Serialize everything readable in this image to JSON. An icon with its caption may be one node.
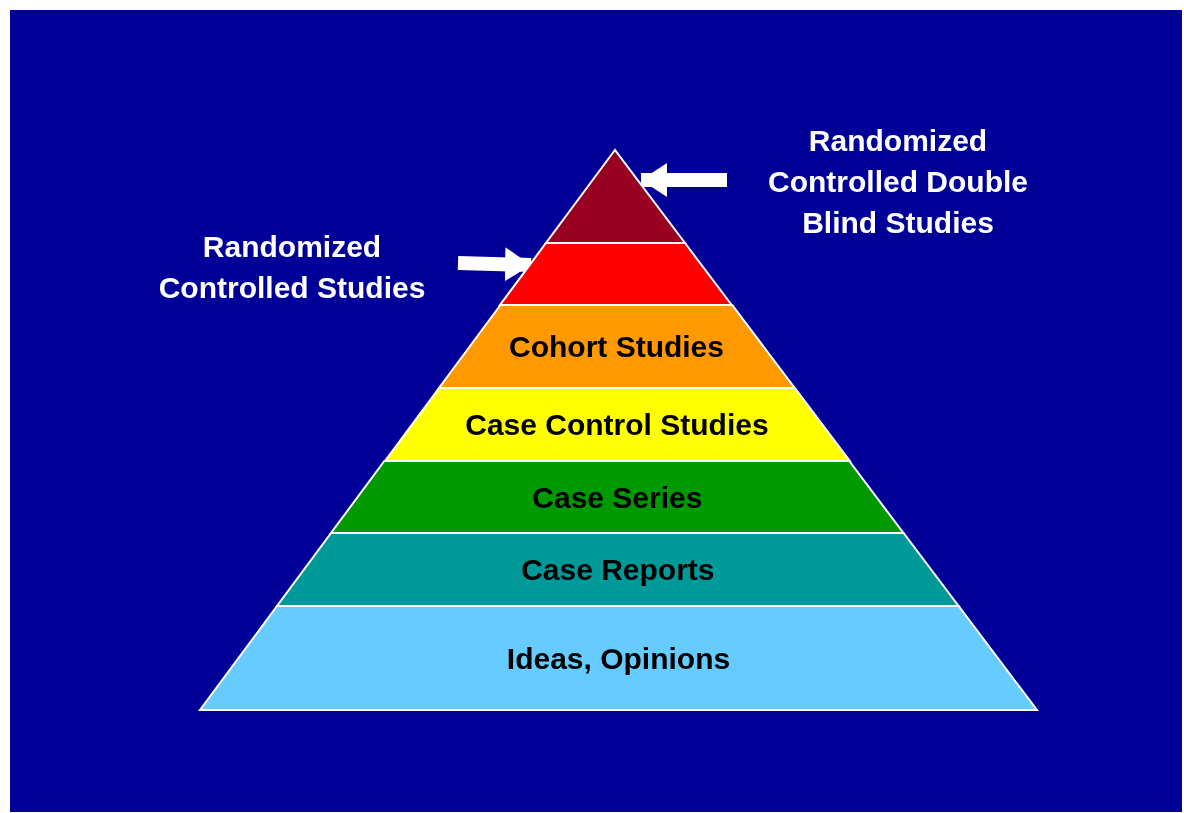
{
  "diagram": {
    "nodes": [
      {
        "text": [
          "Randomized Controlled Double Blind Studies"
        ]
      },
      {
        "text": [
          "Randomized Controlled Studies"
        ]
      },
      {
        "text": [],
        "shape": "triangle"
      },
      {
        "text": [],
        "shape": "trapezoid"
      },
      {
        "text": [
          "Cohort Studies"
        ]
      },
      {
        "text": [
          "Case Control Studies"
        ]
      },
      {
        "text": [
          "Case Series"
        ]
      },
      {
        "text": [
          "Case Reports"
        ]
      },
      {
        "text": [
          "Ideas, Opinions"
        ]
      }
    ],
    "edges": [
      {
        "from": 0,
        "to": 2,
        "arrow": "to"
      },
      {
        "from": 1,
        "to": 3,
        "arrow": "to"
      }
    ]
  }
}
